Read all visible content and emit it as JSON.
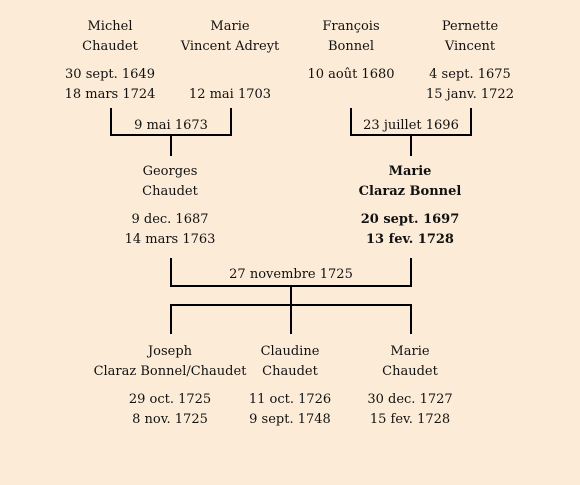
{
  "grandparents": [
    {
      "first": "Michel",
      "last": "Chaudet",
      "birth": "30 sept. 1649",
      "death": "18 mars 1724"
    },
    {
      "first": "Marie",
      "last": "Vincent Adreyt",
      "birth": "",
      "death": "12 mai 1703"
    },
    {
      "first": "François",
      "last": "Bonnel",
      "birth": "10 août 1680",
      "death": ""
    },
    {
      "first": "Pernette",
      "last": "Vincent",
      "birth": "4 sept. 1675",
      "death": "15 janv. 1722"
    }
  ],
  "marriages": {
    "left": "9 mai 1673",
    "right": "23 juillet 1696",
    "parents": "27 novembre 1725"
  },
  "parents": [
    {
      "first": "Georges",
      "last": "Chaudet",
      "birth": "9 dec. 1687",
      "death": "14 mars 1763"
    },
    {
      "first": "Marie",
      "last": "Claraz Bonnel",
      "birth": "20 sept. 1697",
      "death": "13 fev. 1728"
    }
  ],
  "children": [
    {
      "first": "Joseph",
      "last": "Claraz Bonnel/Chaudet",
      "birth": "29 oct. 1725",
      "death": "8 nov. 1725"
    },
    {
      "first": "Claudine",
      "last": "Chaudet",
      "birth": "11 oct. 1726",
      "death": "9 sept. 1748"
    },
    {
      "first": "Marie",
      "last": "Chaudet",
      "birth": "30 dec. 1727",
      "death": "15 fev. 1728"
    }
  ]
}
